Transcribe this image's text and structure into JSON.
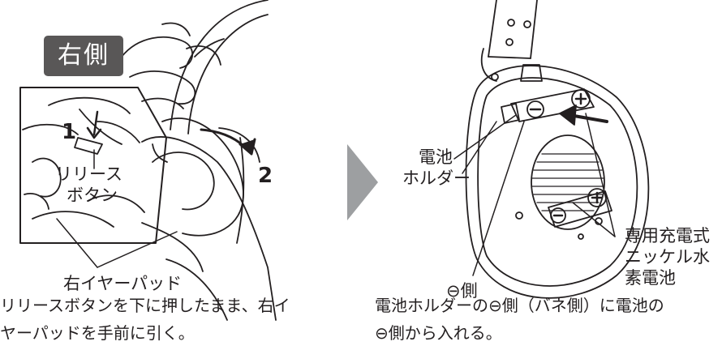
{
  "colors": {
    "ink": "#231f20",
    "badge": "#595757",
    "arrow": "#9d9fa1"
  },
  "left_panel": {
    "badge": "右側",
    "step1": "1",
    "step2": "2",
    "release_button_line1": "リリース",
    "release_button_line2": "ボタン",
    "ear_pad": "右イヤーパッド",
    "caption_line1": "リリースボタンを下に押したまま、右イ",
    "caption_line2": "ヤーパッドを手前に引く。"
  },
  "right_panel": {
    "holder_line1": "電池",
    "holder_line2": "ホルダー",
    "minus_side": "⊖側",
    "battery_line1": "専用充電式",
    "battery_line2": "ニッケル水",
    "battery_line3": "素電池",
    "caption_line1": "電池ホルダーの⊖側（バネ側）に電池の",
    "caption_line2": "⊖側から入れる。"
  }
}
